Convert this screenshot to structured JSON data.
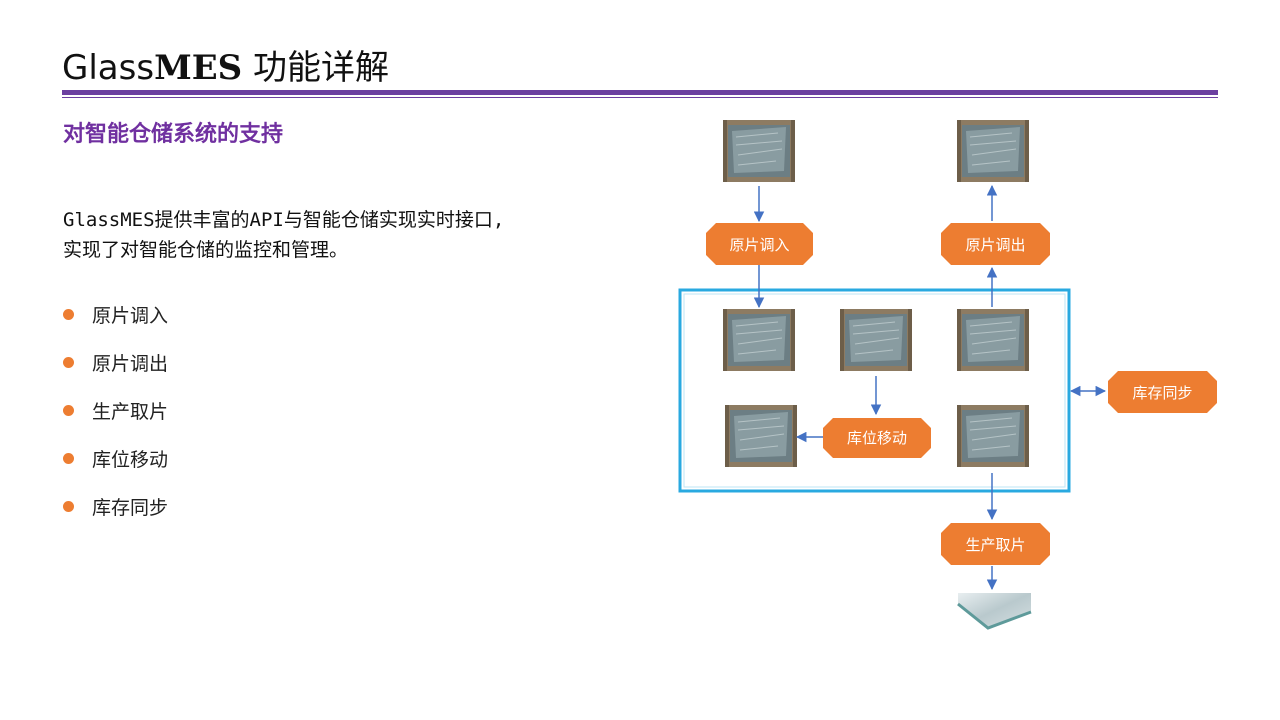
{
  "header": {
    "title_prefix": "Glass",
    "title_bold": "MES",
    "title_suffix": " 功能详解"
  },
  "subtitle": "对智能仓储系统的支持",
  "intro": {
    "line1": "GlassMES提供丰富的API与智能仓储实现实时接口,",
    "line2": "实现了对智能仓储的监控和管理。"
  },
  "bullets": [
    "原片调入",
    "原片调出",
    "生产取片",
    "库位移动",
    "库存同步"
  ],
  "diagram": {
    "labels": {
      "inbound": "原片调入",
      "outbound": "原片调出",
      "move": "库位移动",
      "sync": "库存同步",
      "production": "生产取片"
    },
    "colors": {
      "label_fill": "#ed7d31",
      "label_text": "#ffffff",
      "arrow": "#4472c4",
      "warehouse_border": "#29a9e0",
      "rack_frame": "#8d7b62",
      "rack_glass": "#6c7e84"
    },
    "icons": [
      "glass-rack-icon",
      "glass-sheet-icon"
    ]
  }
}
